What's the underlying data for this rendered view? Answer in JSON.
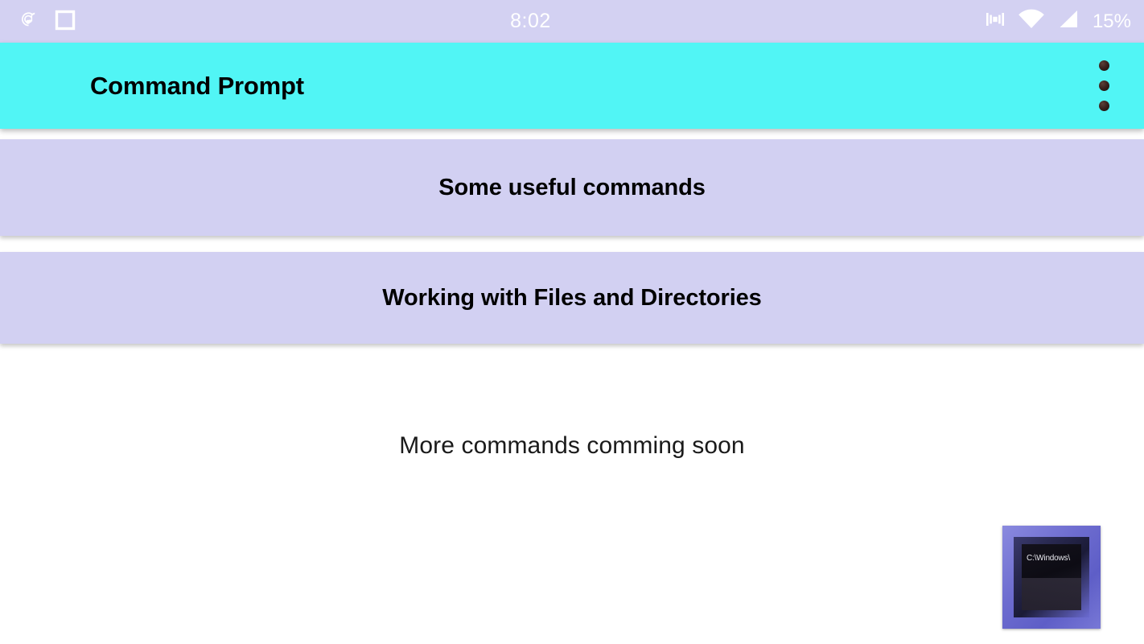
{
  "status_bar": {
    "clock": "8:02",
    "battery_percent": "15%",
    "background_color": "#d3d1f2",
    "foreground_color": "#ffffff",
    "left_icons": [
      {
        "name": "music-note-icon",
        "label": "music"
      },
      {
        "name": "square-outline-icon",
        "label": "screenshot"
      }
    ],
    "right_icons": [
      {
        "name": "vibrate-icon",
        "label": "vibrate"
      },
      {
        "name": "wifi-icon",
        "label": "wifi"
      },
      {
        "name": "cellular-signal-icon",
        "label": "signal"
      }
    ]
  },
  "app_bar": {
    "title": "Command Prompt",
    "background_color": "#51f5f5",
    "title_color": "#000000",
    "overflow_menu": {
      "name": "overflow-menu-button",
      "dot_count": 3
    }
  },
  "main": {
    "background_color": "#ffffff",
    "card_color": "#d2d0f2",
    "cards": [
      {
        "label": "Some useful commands"
      },
      {
        "label": "Working with Files and Directories"
      }
    ],
    "coming_soon_text": "More commands comming soon"
  },
  "cmd_icon": {
    "name": "command-prompt-icon",
    "screen_text": "C:\\Windows\\",
    "frame_color": "#6d6ccf",
    "screen_color": "#0d0c14"
  }
}
